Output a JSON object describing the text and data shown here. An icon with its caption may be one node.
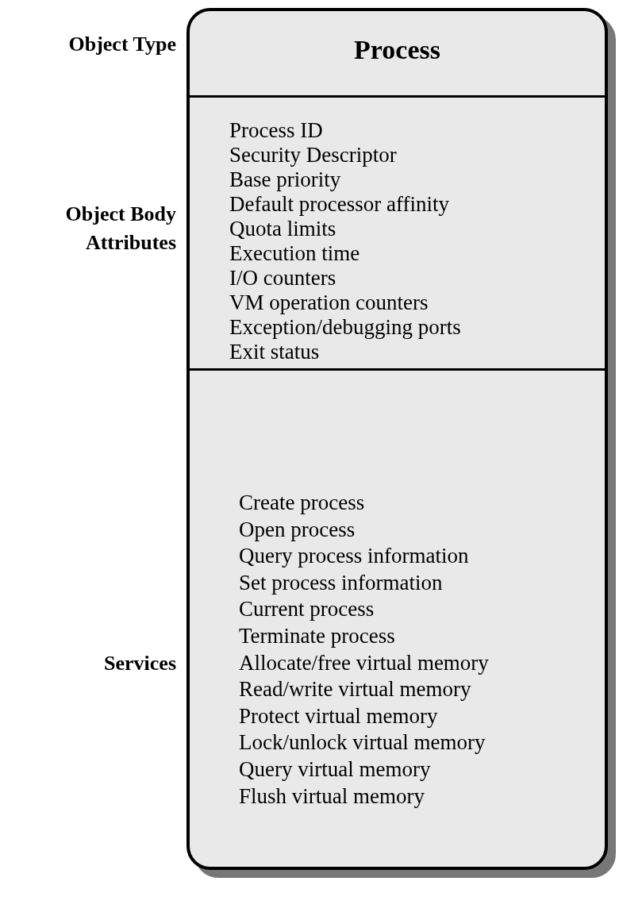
{
  "diagram": {
    "nodes": [
      {
        "text": [
          "Process"
        ]
      },
      {
        "text": [
          "Process ID",
          "Security Descriptor",
          "Base priority",
          "Default processor affinity",
          "Quota limits",
          "Execution time",
          "I/O counters",
          "VM operation counters",
          "Exception/debugging ports",
          "Exit status"
        ],
        "beside": [
          "Object Body Attributes"
        ]
      },
      {
        "text": [
          "Create process",
          "Open process",
          "Query process information",
          "Set process information",
          "Current process",
          "Terminate process",
          "Allocate/free virtual memory",
          "Read/write virtual memory",
          "Protect virtual memory",
          "Lock/unlock virtual memory",
          "Query virtual memory",
          "Flush virtual memory"
        ],
        "beside": [
          "Services"
        ]
      }
    ],
    "labels": [
      "Object Type"
    ]
  }
}
